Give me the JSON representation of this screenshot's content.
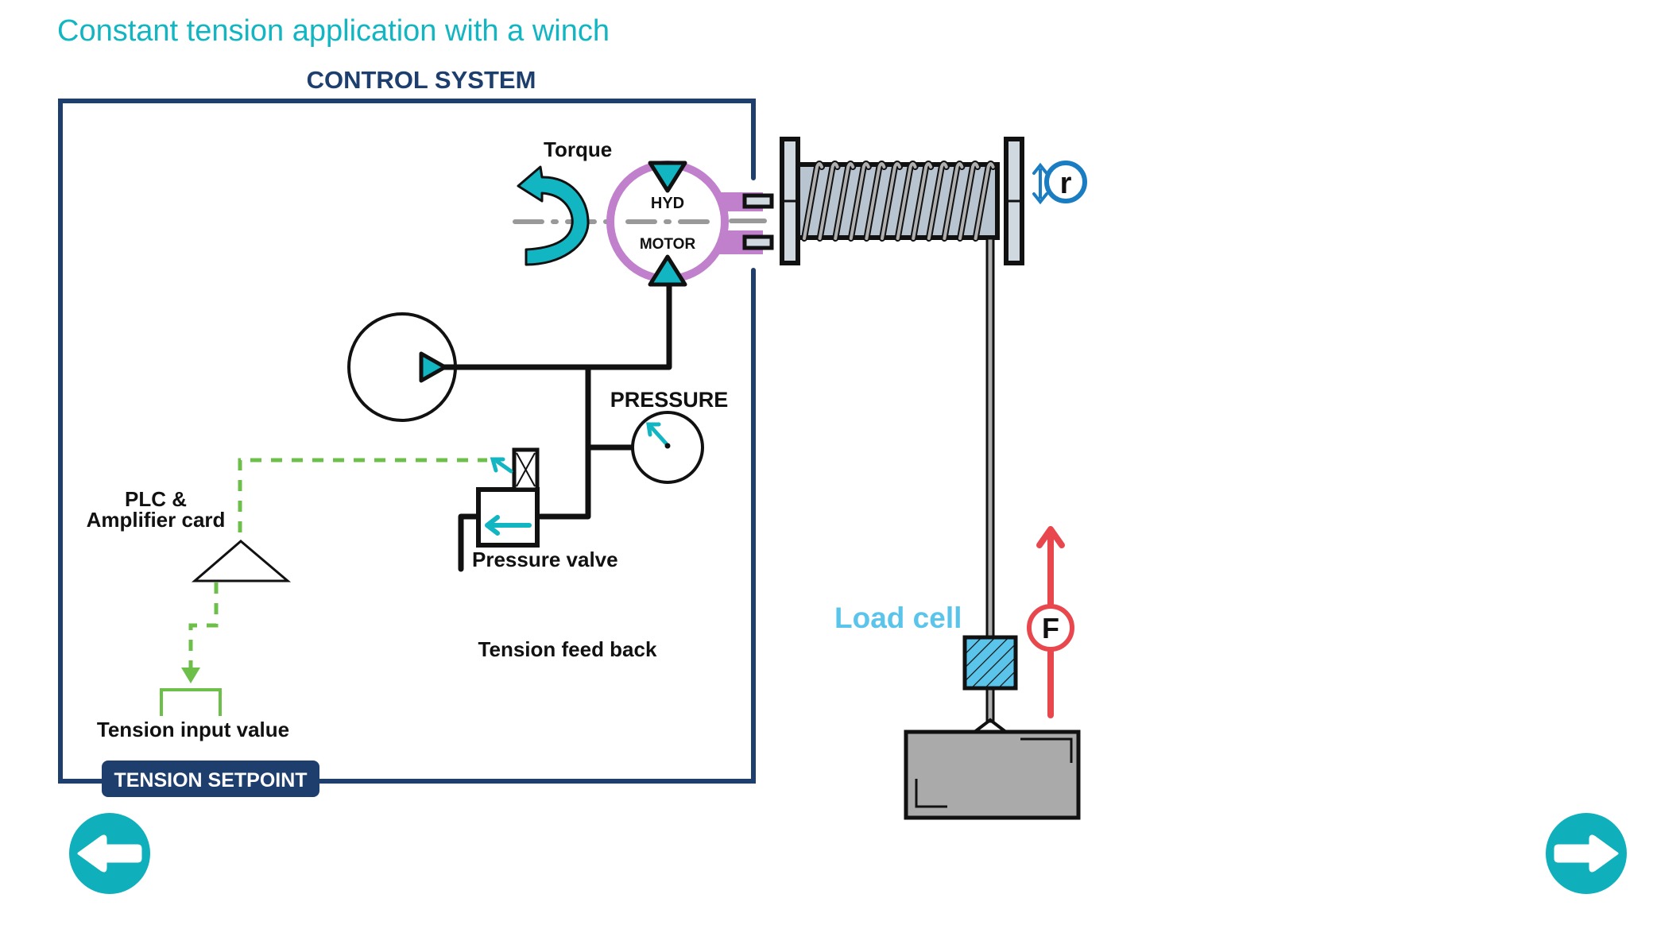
{
  "page": {
    "title": "Constant tension application with a winch"
  },
  "control_system": {
    "heading": "CONTROL SYSTEM",
    "setpoint_badge": "TENSION SETPOINT"
  },
  "labels": {
    "torque": "Torque",
    "motor_line1": "HYD",
    "motor_line2": "MOTOR",
    "pressure": "PRESSURE",
    "pressure_valve": "Pressure valve",
    "plc_line1": "PLC &",
    "plc_line2": "Amplifier card",
    "tension_feedback": "Tension feed back",
    "tension_input": "Tension input value",
    "load_cell": "Load cell",
    "radius_symbol": "r",
    "force_symbol": "F"
  },
  "navigation": {
    "previous": "previous-arrow",
    "next": "next-arrow"
  },
  "colors": {
    "accent": "#12b5c2",
    "navy": "#1e3f6e",
    "motor_purple": "#c080cc",
    "signal_green": "#6cc04a",
    "load_cell_blue": "#5bc4ea",
    "force_red": "#e8474e",
    "radius_blue": "#1a7dc2"
  }
}
